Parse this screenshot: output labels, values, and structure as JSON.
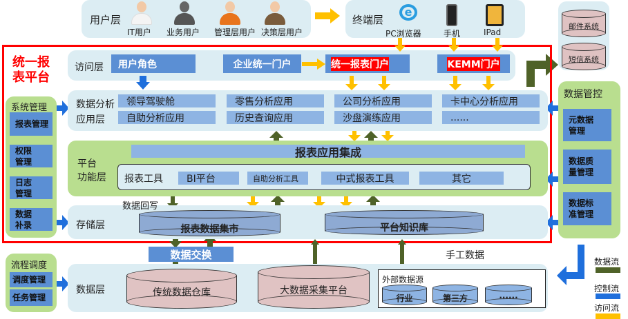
{
  "user_layer": {
    "title": "用户层",
    "users": [
      "IT用户",
      "业务用户",
      "管理层用户",
      "决策层用户"
    ]
  },
  "terminal_layer": {
    "title": "终端层",
    "devices": [
      "PC浏览器",
      "手机",
      "IPad"
    ]
  },
  "external_systems": [
    "邮件系统",
    "短信系统"
  ],
  "platform": {
    "title": "统一报表平台",
    "color": "#ff0000"
  },
  "access_layer": {
    "title": "访问层",
    "items": [
      "用户角色",
      "企业统一门户",
      "统一报表门户",
      "KEMM门户"
    ]
  },
  "analysis_layer": {
    "title_line1": "数据分析",
    "title_line2": "应用层",
    "items": [
      "领导驾驶舱",
      "零售分析应用",
      "公司分析应用",
      "卡中心分析应用",
      "自助分析应用",
      "历史查询应用",
      "沙盘演练应用",
      "......"
    ]
  },
  "function_layer": {
    "title_line1": "平台",
    "title_line2": "功能层",
    "banner": "报表应用集成",
    "tools_label": "报表工具",
    "tools": [
      "BI平台",
      "自助分析工具",
      "中式报表工具",
      "其它"
    ]
  },
  "storage_layer": {
    "title": "存储层",
    "writeback": "数据回写",
    "stores": [
      "报表数据集市",
      "平台知识库"
    ]
  },
  "data_exchange": "数据交换",
  "manual_data": "手工数据",
  "data_layer": {
    "title": "数据层",
    "stores": [
      "传统数据仓库",
      "大数据采集平台"
    ],
    "external": {
      "title": "外部数据源",
      "items": [
        "行业",
        "第三方",
        "......"
      ]
    }
  },
  "system_mgmt": {
    "title": "系统管理",
    "items": [
      "报表管理",
      "权限管理",
      "日志管理",
      "数据补录"
    ]
  },
  "flow_sched": {
    "title": "流程调度",
    "items": [
      "调度管理",
      "任务管理"
    ]
  },
  "data_control": {
    "title": "数据管控",
    "items": [
      "元数据管理",
      "数据质量管理",
      "数据标准管理"
    ]
  },
  "legend": [
    {
      "label": "数据流",
      "color": "#4f6228"
    },
    {
      "label": "控制流",
      "color": "#1f6fdc"
    },
    {
      "label": "访问流",
      "color": "#ffc000"
    }
  ]
}
